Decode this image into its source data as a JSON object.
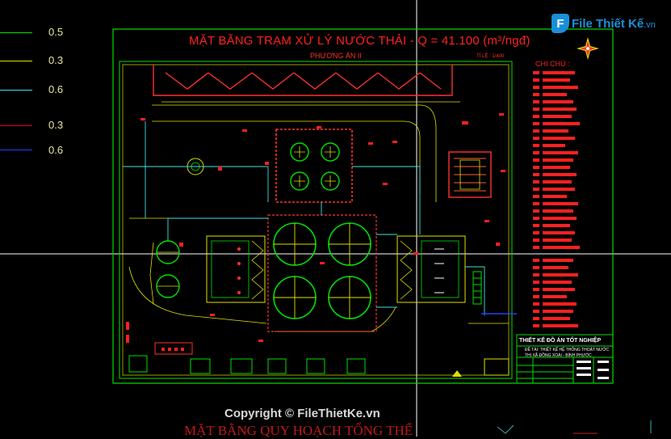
{
  "legend": [
    {
      "value": "0.5",
      "color": "#00e000"
    },
    {
      "value": "0.3",
      "color": "#e0e000"
    },
    {
      "value": "0.6",
      "color": "#40e0e0"
    },
    {
      "value": "0.3",
      "color": "#e00020"
    },
    {
      "value": "0.6",
      "color": "#2040ff"
    }
  ],
  "drawing": {
    "title": "MẶT BẰNG TRẠM XỬ LÝ NƯỚC THẢI - Q = 41.100 (m³/ngđ)",
    "subtitle": "PHƯƠNG ÁN II",
    "scale": "TỈ LỆ : 1/400",
    "notes_heading": "CHI CHÚ :",
    "title_block_heading": "THIẾT KẾ ĐỒ ÁN TỐT NGHIỆP",
    "title_block_line1": "ĐỀ TÀI: THIẾT KẾ HỆ THỐNG THOÁT NƯỚC",
    "title_block_line2": "THỊ XÃ ĐỒNG XOÀI - BÌNH PHƯỚC"
  },
  "watermark": {
    "logo_letter": "F",
    "logo_text": "File Thiết Kế",
    "logo_domain": ".vn",
    "copyright": "Copyright © FileThietKe.vn"
  },
  "bottom_title": "MẶT BẰNG QUY HOẠCH TỔNG THỂ",
  "colors": {
    "background": "#000000",
    "frame": "#00e000",
    "annotation": "#ff2020",
    "pipe": "#40e0e0",
    "crosshair": "#ffffff"
  }
}
